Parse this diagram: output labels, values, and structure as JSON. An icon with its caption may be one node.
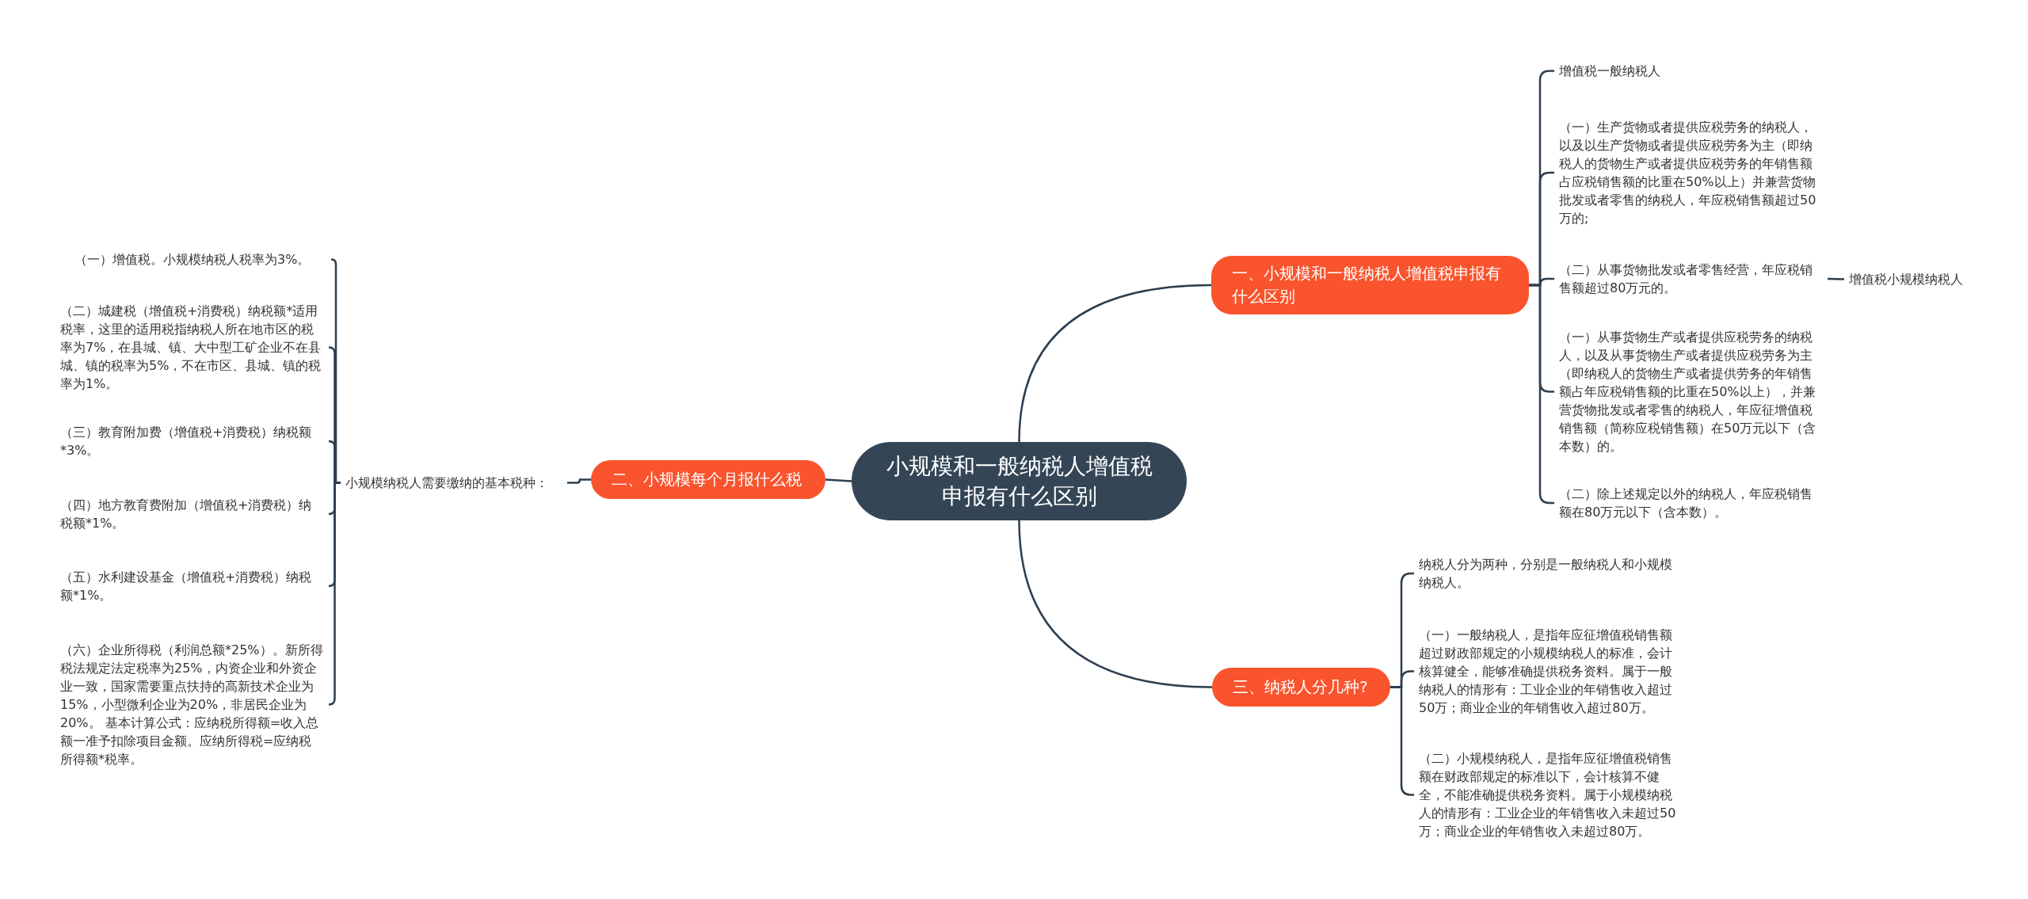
{
  "diagram": {
    "nodes": [
      {
        "text": [
          "小规模和一般纳税人增值税申报有什么区别"
        ]
      },
      {
        "text": [
          "一、小规模和一般纳税人增值税申报有什么区别"
        ]
      },
      {
        "text": [
          "增值税一般纳税人"
        ]
      },
      {
        "text": [
          "（一）生产货物或者提供应税劳务的纳税人，以及以生产货物或者提供应税劳务为主（即纳税人的货物生产或者提供应税劳务的年销售额占应税销售额的比重在50%以上）并兼营货物批发或者零售的纳税人，年应税销售额超过50万的;"
        ]
      },
      {
        "text": [
          "（二）从事货物批发或者零售经营，年应税销售额超过80万元的。"
        ]
      },
      {
        "text": [
          "增值税小规模纳税人"
        ]
      },
      {
        "text": [
          "（一）从事货物生产或者提供应税劳务的纳税人，以及从事货物生产或者提供应税劳务为主（即纳税人的货物生产或者提供劳务的年销售额占年应税销售额的比重在50%以上），并兼营货物批发或者零售的纳税人，年应征增值税销售额（简称应税销售额）在50万元以下（含本数）的。"
        ]
      },
      {
        "text": [
          "（二）除上述规定以外的纳税人，年应税销售额在80万元以下（含本数）。"
        ]
      },
      {
        "text": [
          "二、小规模每个月报什么税"
        ]
      },
      {
        "text": [
          "小规模纳税人需要缴纳的基本税种："
        ]
      },
      {
        "text": [
          "（一）增值税。小规模纳税人税率为3%。"
        ]
      },
      {
        "text": [
          "（二）城建税（增值税+消费税）纳税额*适用税率，这里的适用税指纳税人所在地市区的税率为7%，在县城、镇、大中型工矿企业不在县城、镇的税率为5%，不在市区、县城、镇的税率为1%。"
        ]
      },
      {
        "text": [
          "（三）教育附加费（增值税+消费税）纳税额*3%。"
        ]
      },
      {
        "text": [
          "（四）地方教育费附加（增值税+消费税）纳税额*1%。"
        ]
      },
      {
        "text": [
          "（五）水利建设基金（增值税+消费税）纳税额*1%。"
        ]
      },
      {
        "text": [
          "（六）企业所得税（利润总额*25%）。新所得税法规定法定税率为25%，内资企业和外资企业一致，国家需要重点扶持的高新技术企业为15%，小型微利企业为20%，非居民企业为20%。 基本计算公式：应纳税所得额=收入总额一准予扣除项目金额。应纳所得税=应纳税所得额*税率。"
        ]
      },
      {
        "text": [
          "三、纳税人分几种?"
        ]
      },
      {
        "text": [
          "纳税人分为两种，分别是一般纳税人和小规模纳税人。"
        ]
      },
      {
        "text": [
          "（一）一般纳税人，是指年应征增值税销售额超过财政部规定的小规模纳税人的标准，会计核算健全，能够准确提供税务资料。属于一般纳税人的情形有：工业企业的年销售收入超过50万；商业企业的年销售收入超过80万。"
        ]
      },
      {
        "text": [
          "（二）小规模纳税人，是指年应征增值税销售额在财政部规定的标准以下，会计核算不健全，不能准确提供税务资料。属于小规模纳税人的情形有：工业企业的年销售收入未超过50万；商业企业的年销售收入未超过80万。"
        ]
      }
    ],
    "edges": [
      {
        "from": 0,
        "to": 1,
        "arrow": "none"
      },
      {
        "from": 1,
        "to": 2,
        "arrow": "none"
      },
      {
        "from": 1,
        "to": 3,
        "arrow": "none"
      },
      {
        "from": 1,
        "to": 4,
        "arrow": "none"
      },
      {
        "from": 4,
        "to": 5,
        "arrow": "none"
      },
      {
        "from": 1,
        "to": 6,
        "arrow": "none"
      },
      {
        "from": 1,
        "to": 7,
        "arrow": "none"
      },
      {
        "from": 0,
        "to": 8,
        "arrow": "none"
      },
      {
        "from": 8,
        "to": 9,
        "arrow": "none"
      },
      {
        "from": 9,
        "to": 10,
        "arrow": "none"
      },
      {
        "from": 9,
        "to": 11,
        "arrow": "none"
      },
      {
        "from": 9,
        "to": 12,
        "arrow": "none"
      },
      {
        "from": 9,
        "to": 13,
        "arrow": "none"
      },
      {
        "from": 9,
        "to": 14,
        "arrow": "none"
      },
      {
        "from": 9,
        "to": 15,
        "arrow": "none"
      },
      {
        "from": 0,
        "to": 16,
        "arrow": "none"
      },
      {
        "from": 16,
        "to": 17,
        "arrow": "none"
      },
      {
        "from": 16,
        "to": 18,
        "arrow": "none"
      },
      {
        "from": 16,
        "to": 19,
        "arrow": "none"
      }
    ]
  }
}
